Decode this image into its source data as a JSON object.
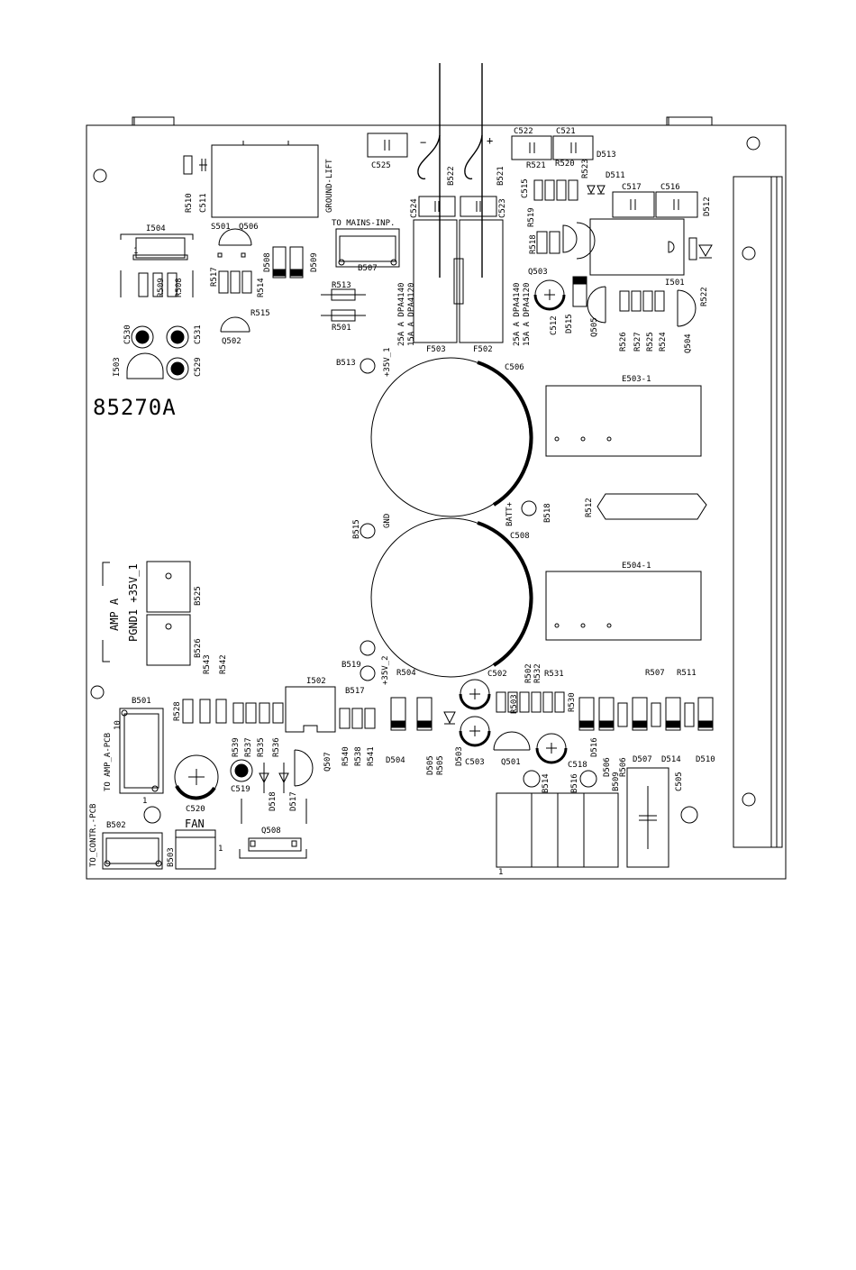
{
  "board_id": "85270A",
  "labels": [
    {
      "id": "ground_lift",
      "text": "GROUND-LIFT"
    },
    {
      "id": "r510",
      "text": "R510"
    },
    {
      "id": "c511",
      "text": "C511"
    },
    {
      "id": "c525",
      "text": "C525"
    },
    {
      "id": "b522",
      "text": "B522"
    },
    {
      "id": "b521",
      "text": "B521"
    },
    {
      "id": "minus",
      "text": "−"
    },
    {
      "id": "plus",
      "text": "+"
    },
    {
      "id": "c522",
      "text": "C522"
    },
    {
      "id": "c521",
      "text": "C521"
    },
    {
      "id": "r521",
      "text": "R521"
    },
    {
      "id": "r520",
      "text": "R520"
    },
    {
      "id": "d513",
      "text": "D513"
    },
    {
      "id": "r523",
      "text": "R523"
    },
    {
      "id": "d511",
      "text": "D511"
    },
    {
      "id": "c515",
      "text": "C515"
    },
    {
      "id": "c517",
      "text": "C517"
    },
    {
      "id": "c516",
      "text": "C516"
    },
    {
      "id": "d512",
      "text": "D512"
    },
    {
      "id": "i504",
      "text": "I504"
    },
    {
      "id": "s501",
      "text": "S501"
    },
    {
      "id": "q506",
      "text": "Q506"
    },
    {
      "id": "to_mains",
      "text": "TO MAINS-INP."
    },
    {
      "id": "c524",
      "text": "C524"
    },
    {
      "id": "c523",
      "text": "C523"
    },
    {
      "id": "r519",
      "text": "R519"
    },
    {
      "id": "r518",
      "text": "R518"
    },
    {
      "id": "b507",
      "text": "B507"
    },
    {
      "id": "r517",
      "text": "R517"
    },
    {
      "id": "r514",
      "text": "R514"
    },
    {
      "id": "d508",
      "text": "D508"
    },
    {
      "id": "d509",
      "text": "D509"
    },
    {
      "id": "r509",
      "text": "R509"
    },
    {
      "id": "r508",
      "text": "R508"
    },
    {
      "id": "q503",
      "text": "Q503"
    },
    {
      "id": "i501",
      "text": "I501"
    },
    {
      "id": "r522",
      "text": "R522"
    },
    {
      "id": "r513",
      "text": "R513"
    },
    {
      "id": "r501",
      "text": "R501"
    },
    {
      "id": "r515",
      "text": "R515"
    },
    {
      "id": "f503_rating",
      "text": "25A A DPA4140"
    },
    {
      "id": "f503_rating2",
      "text": "15A A DPA4120"
    },
    {
      "id": "f502_rating",
      "text": "25A A DPA4140"
    },
    {
      "id": "f502_rating2",
      "text": "15A A DPA4120"
    },
    {
      "id": "c512",
      "text": "C512"
    },
    {
      "id": "d515",
      "text": "D515"
    },
    {
      "id": "q505",
      "text": "Q505"
    },
    {
      "id": "r526",
      "text": "R526"
    },
    {
      "id": "r527",
      "text": "R527"
    },
    {
      "id": "r525",
      "text": "R525"
    },
    {
      "id": "r524",
      "text": "R524"
    },
    {
      "id": "q504",
      "text": "Q504"
    },
    {
      "id": "c530",
      "text": "C530"
    },
    {
      "id": "c531",
      "text": "C531"
    },
    {
      "id": "q502",
      "text": "Q502"
    },
    {
      "id": "c529",
      "text": "C529"
    },
    {
      "id": "i503",
      "text": "I503"
    },
    {
      "id": "f503",
      "text": "F503"
    },
    {
      "id": "f502",
      "text": "F502"
    },
    {
      "id": "b513",
      "text": "B513"
    },
    {
      "id": "v35_1",
      "text": "+35V_1"
    },
    {
      "id": "c506",
      "text": "C506"
    },
    {
      "id": "e503",
      "text": "E503-1"
    },
    {
      "id": "r512",
      "text": "R512"
    },
    {
      "id": "b515",
      "text": "B515"
    },
    {
      "id": "gnd",
      "text": "GND"
    },
    {
      "id": "batt",
      "text": "BATT+"
    },
    {
      "id": "b518",
      "text": "B518"
    },
    {
      "id": "c508",
      "text": "C508"
    },
    {
      "id": "amp_a",
      "text": "AMP A"
    },
    {
      "id": "pgnd_35v",
      "text": "PGND1 +35V_1"
    },
    {
      "id": "b525",
      "text": "B525"
    },
    {
      "id": "e504",
      "text": "E504-1"
    },
    {
      "id": "b526",
      "text": "B526"
    },
    {
      "id": "r543",
      "text": "R543"
    },
    {
      "id": "r542",
      "text": "R542"
    },
    {
      "id": "b519",
      "text": "B519"
    },
    {
      "id": "v35_2",
      "text": "+35V_2"
    },
    {
      "id": "r504",
      "text": "R504"
    },
    {
      "id": "c502",
      "text": "C502"
    },
    {
      "id": "r502",
      "text": "R502"
    },
    {
      "id": "r532",
      "text": "R532"
    },
    {
      "id": "r531",
      "text": "R531"
    },
    {
      "id": "r507",
      "text": "R507"
    },
    {
      "id": "r511",
      "text": "R511"
    },
    {
      "id": "b501",
      "text": "B501"
    },
    {
      "id": "i502",
      "text": "I502"
    },
    {
      "id": "b517",
      "text": "B517"
    },
    {
      "id": "r528",
      "text": "R528"
    },
    {
      "id": "r503",
      "text": "R503"
    },
    {
      "id": "r530",
      "text": "R530"
    },
    {
      "id": "pin10",
      "text": "10"
    },
    {
      "id": "to_amp",
      "text": "TO AMP_A-PCB"
    },
    {
      "id": "r539",
      "text": "R539"
    },
    {
      "id": "r537",
      "text": "R537"
    },
    {
      "id": "r535",
      "text": "R535"
    },
    {
      "id": "r536",
      "text": "R536"
    },
    {
      "id": "q507",
      "text": "Q507"
    },
    {
      "id": "r540",
      "text": "R540"
    },
    {
      "id": "r538",
      "text": "R538"
    },
    {
      "id": "r541",
      "text": "R541"
    },
    {
      "id": "d504",
      "text": "D504"
    },
    {
      "id": "d505",
      "text": "D505"
    },
    {
      "id": "r505",
      "text": "R505"
    },
    {
      "id": "d503",
      "text": "D503"
    },
    {
      "id": "c503",
      "text": "C503"
    },
    {
      "id": "q501",
      "text": "Q501"
    },
    {
      "id": "c518",
      "text": "C518"
    },
    {
      "id": "d516",
      "text": "D516"
    },
    {
      "id": "d506",
      "text": "D506"
    },
    {
      "id": "b509",
      "text": "B509"
    },
    {
      "id": "r506",
      "text": "R506"
    },
    {
      "id": "d507",
      "text": "D507"
    },
    {
      "id": "d514",
      "text": "D514"
    },
    {
      "id": "d510",
      "text": "D510"
    },
    {
      "id": "c519",
      "text": "C519"
    },
    {
      "id": "d518",
      "text": "D518"
    },
    {
      "id": "d517",
      "text": "D517"
    },
    {
      "id": "b514",
      "text": "B514"
    },
    {
      "id": "b516",
      "text": "B516"
    },
    {
      "id": "c505",
      "text": "C505"
    },
    {
      "id": "c520",
      "text": "C520"
    },
    {
      "id": "pin1a",
      "text": "1"
    },
    {
      "id": "to_contr",
      "text": "TO_CONTR.-PCB"
    },
    {
      "id": "b502",
      "text": "B502"
    },
    {
      "id": "fan",
      "text": "FAN"
    },
    {
      "id": "b503",
      "text": "B503"
    },
    {
      "id": "pin1b",
      "text": "1"
    },
    {
      "id": "q508",
      "text": "Q508"
    },
    {
      "id": "pin1c",
      "text": "1"
    },
    {
      "id": "pin1d",
      "text": "1"
    }
  ]
}
